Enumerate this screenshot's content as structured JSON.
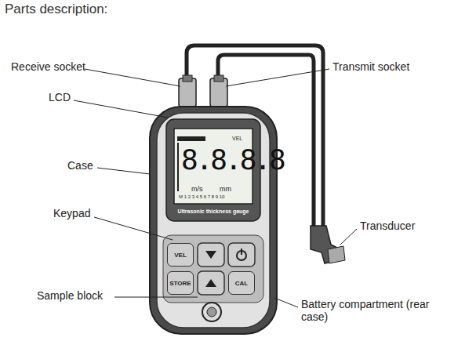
{
  "diagram": {
    "title": "Parts description:",
    "nodes": [
      {
        "text": [
          "VEL"
        ]
      },
      {
        "text": [
          "STORE"
        ]
      },
      {
        "text": [
          "CAL"
        ]
      }
    ],
    "labels": [
      "Receive socket",
      "Transmit socket",
      "LCD",
      "Case",
      "Keypad",
      "Transducer",
      "Sample block",
      "Battery compartment (rear case)",
      "VEL",
      "8.8.8.8",
      "m/s",
      "mm",
      "M 1 2 3 4 5 6 7 8 9 10",
      "Ultrasonic thickness gauge"
    ]
  }
}
